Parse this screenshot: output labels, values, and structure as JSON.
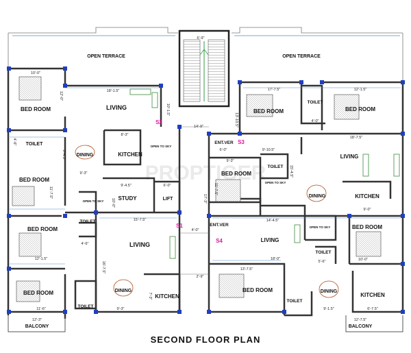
{
  "title": "SECOND FLOOR PLAN",
  "watermark": "PROPTIGER",
  "rooms": {
    "open_terrace_left": "OPEN TERRACE",
    "open_terrace_right": "OPEN TERRACE",
    "bedroom_tl": "BED ROOM",
    "living_tl": "LIVING",
    "toilet_l1": "TOILET",
    "dining_tl": "DINING",
    "kitchen_tl": "KITCHEN",
    "bedroom_l2": "BED ROOM",
    "study": "STUDY",
    "lift": "LIFT",
    "bedroom_l3": "BED ROOM",
    "toilet_l3": "TOILET",
    "living_bl": "LIVING",
    "bedroom_l4": "BED ROOM",
    "dining_bl": "DINING",
    "kitchen_bl": "KITCHEN",
    "toilet_l4": "TOILET",
    "balcony_l": "BALCONY",
    "bedroom_tr1": "BED ROOM",
    "toilet_tr": "TOILET",
    "bedroom_tr2": "BED ROOM",
    "ent_ver_s3": "ENT.VER",
    "bedroom_r2": "BED ROOM",
    "toilet_r2": "TOILET",
    "living_tr": "LIVING",
    "dining_tr": "DINING",
    "kitchen_tr": "KITCHEN",
    "ent_ver_s4": "ENT.VER",
    "living_br": "LIVING",
    "bedroom_r3": "BED ROOM",
    "toilet_r3": "TOILET",
    "bedroom_r4": "BED ROOM",
    "toilet_r4": "TOILET",
    "dining_br": "DINING",
    "kitchen_br": "KITCHEN",
    "balcony_r": "BALCONY",
    "open_sky_1": "OPEN TO SKY",
    "open_sky_2": "OPEN TO SKY",
    "open_sky_3": "OPEN TO SKY",
    "open_sky_4": "OPEN TO SKY"
  },
  "markers": {
    "s1": "S1",
    "s2": "S2",
    "s3": "S3",
    "s4": "S4"
  },
  "dims": {
    "d_stair": "6'-9\"",
    "d_br1": "10'-0\"",
    "d_br1_side": "12'-0\"",
    "d_liv_top": "18'-1.5\"",
    "d_liv_side": "10'-1.5\"",
    "d_corr": "14'-9\"",
    "d_kit": "8'-3\"",
    "d_tl_side": "4'-6\"",
    "d_din_side": "9'-4.5\"",
    "d_br2": "9'-3\"",
    "d_br2_side": "11'-7.5\"",
    "d_study": "9'-4.5\"",
    "d_lift": "6'-0\"",
    "d_study_side": "10'-0\"",
    "d_liv2": "15'-7.5\"",
    "d_lobby": "4'-0\"",
    "d_lobby_v": "17'-3\"",
    "d_br3": "12'-1.5\"",
    "d_liv2_side": "16'-7.5\"",
    "d_tl3": "4'-6\"",
    "d_br4": "11'-6\"",
    "d_din2": "9'-3\"",
    "d_kit2": "7'-3\"",
    "d_bal": "12'-3\"",
    "d_tr1": "17'-7.5\"",
    "d_tr2": "12'-1.5\"",
    "d_tr_side": "13'-10.5\"",
    "d_tr_toi": "4'-0\"",
    "d_tr_corr": "18'-7.5\"",
    "d_ent3": "6'-0\"",
    "d_r_liv": "9'-10.5\"",
    "d_r_br2": "9'-3\"",
    "d_r_br2_side": "11'-7.5\"",
    "d_r_liv_side": "15'-4.5\"",
    "d_r_kit": "9'-0\"",
    "d_r_corr": "14'-4.5\"",
    "d_r_liv2": "18'-0\"",
    "d_r_br3": "13'-7.5\"",
    "d_r_br3b": "10'-0\"",
    "d_r_toi": "5'-6\"",
    "d_r_din": "9'-1.5\"",
    "d_r_kit2": "6'-7.5\"",
    "d_r_bal": "12'-7.5\"",
    "d_corr2": "2'-9\""
  }
}
